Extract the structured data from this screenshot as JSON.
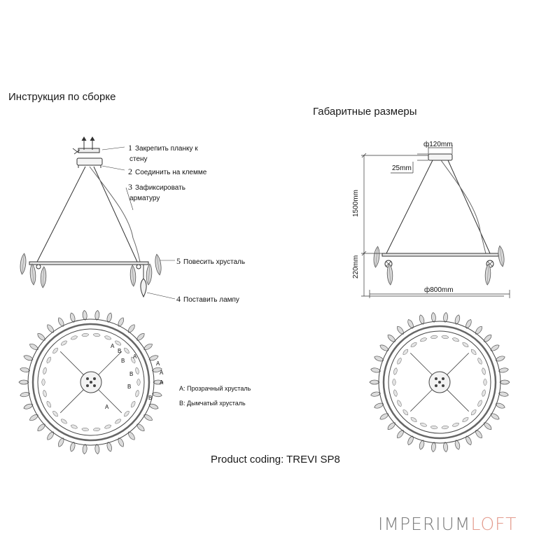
{
  "titles": {
    "assembly": "Инструкция по сборке",
    "dimensions": "Габаритные размеры"
  },
  "steps": [
    {
      "num": "1",
      "line1": "Закрепить планку к",
      "line2": "стену"
    },
    {
      "num": "2",
      "line1": "Соединить на клемме",
      "line2": ""
    },
    {
      "num": "3",
      "line1": "Зафиксировать",
      "line2": "арматуру"
    },
    {
      "num": "5",
      "line1": "Повесить хрусталь",
      "line2": ""
    },
    {
      "num": "4",
      "line1": "Поставить лампу",
      "line2": ""
    }
  ],
  "dimensions": {
    "canopy": "ф120mm",
    "canopy_height": "25mm",
    "cable": "1500mm",
    "ring_height": "220mm",
    "diameter": "ф800mm"
  },
  "legend": [
    {
      "key": "A",
      "text": "Прозрачный хрусталь"
    },
    {
      "key": "B",
      "text": "Дымчатый хрусталь"
    }
  ],
  "crystal_marks": [
    "A",
    "B",
    "A",
    "B",
    "A",
    "B",
    "A",
    "B",
    "A",
    "B",
    "A"
  ],
  "product_code": "Product coding: TREVI SP8",
  "brand": {
    "part1": "IMPERIUM",
    "part2": "LOFT",
    "color1": "#7d7d7d",
    "color2": "#e39a8c"
  }
}
